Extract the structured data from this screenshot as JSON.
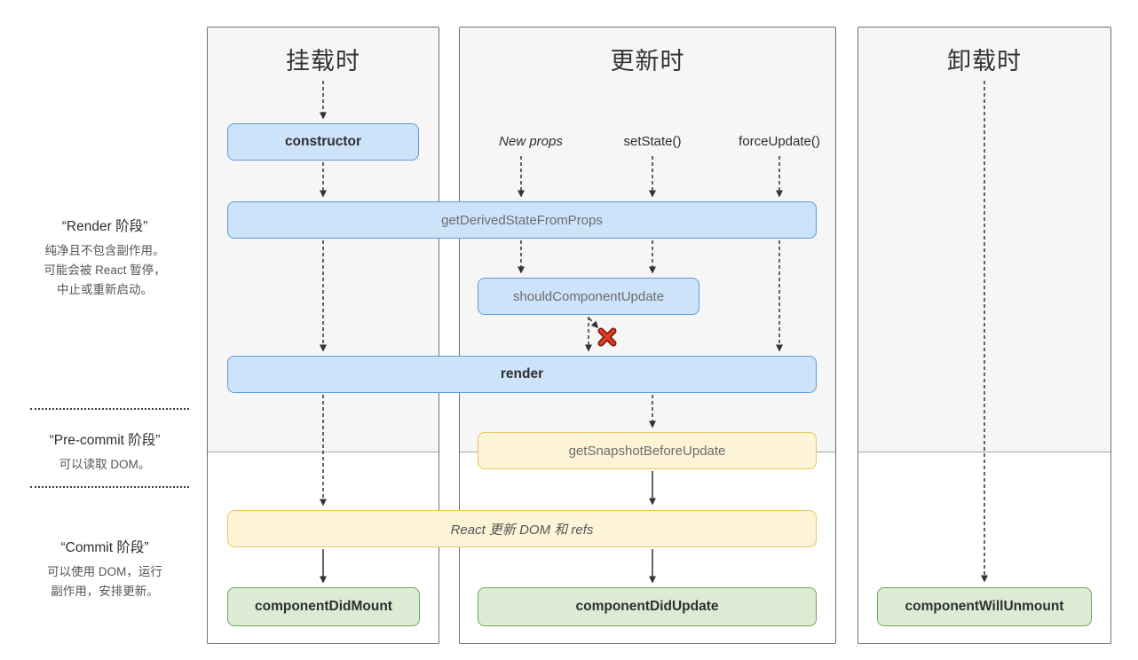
{
  "sidebar": {
    "phases": [
      {
        "title": "“Render 阶段”",
        "desc": [
          "纯净且不包含副作用。",
          "可能会被 React 暂停，",
          "中止或重新启动。"
        ]
      },
      {
        "title": "“Pre-commit 阶段”",
        "desc": [
          "可以读取 DOM。"
        ]
      },
      {
        "title": "“Commit 阶段”",
        "desc": [
          "可以使用 DOM，运行",
          "副作用，安排更新。"
        ]
      }
    ]
  },
  "columns": [
    {
      "title": "挂载时"
    },
    {
      "title": "更新时"
    },
    {
      "title": "卸载时"
    }
  ],
  "triggers": {
    "new_props": "New props",
    "set_state": "setState()",
    "force_update": "forceUpdate()"
  },
  "boxes": {
    "constructor": "constructor",
    "get_derived_state_from_props": "getDerivedStateFromProps",
    "should_component_update": "shouldComponentUpdate",
    "render": "render",
    "get_snapshot_before_update": "getSnapshotBeforeUpdate",
    "react_updates_dom": "React 更新 DOM 和 refs",
    "component_did_mount": "componentDidMount",
    "component_did_update": "componentDidUpdate",
    "component_will_unmount": "componentWillUnmount"
  },
  "colors": {
    "blue_fill": "#cce3fa",
    "blue_border": "#5f9ddb",
    "yellow_fill": "#fdf3d6",
    "yellow_border": "#e9c65e",
    "green_fill": "#dcebd4",
    "green_border": "#6ca95c",
    "render_band_bg": "#f6f6f6",
    "panel_border": "#707070",
    "cancel_x_red": "#e23a24",
    "arrow": "#333333"
  }
}
